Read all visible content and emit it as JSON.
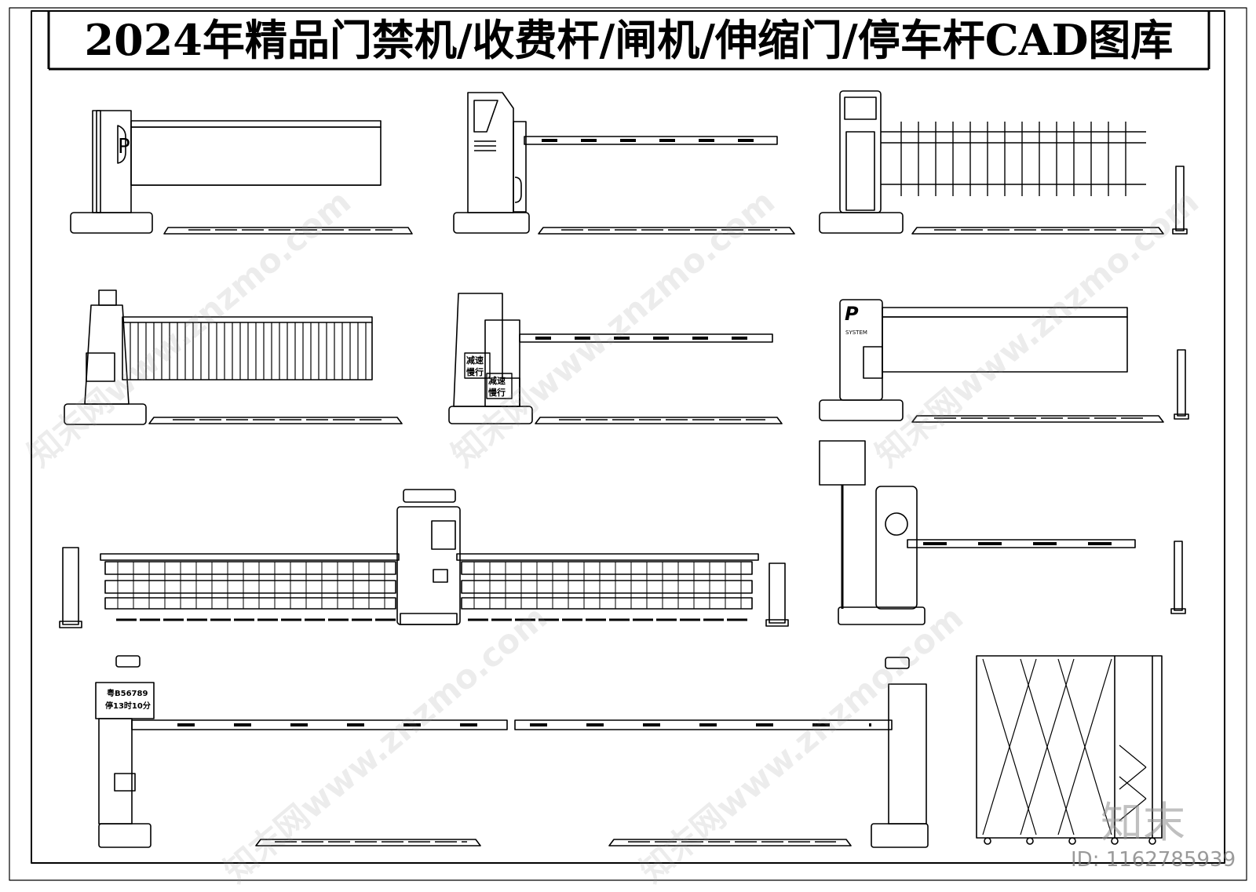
{
  "title": "2024年精品门禁机/收费杆/闸机/伸缩门/停车杆CAD图库",
  "plates": {
    "plate_number": "粤B56789",
    "plate_time": "停13时10分",
    "sign_deceleration_1": "减速",
    "sign_slow_1": "慢行",
    "sign_deceleration_2": "减速",
    "sign_slow_2": "慢行",
    "p_logo": "P",
    "system_label": "SYSTEM"
  },
  "watermark": {
    "text": "知末网www.znzmo.com",
    "logo_text": "知末",
    "id_text": "ID: 1162785939"
  }
}
